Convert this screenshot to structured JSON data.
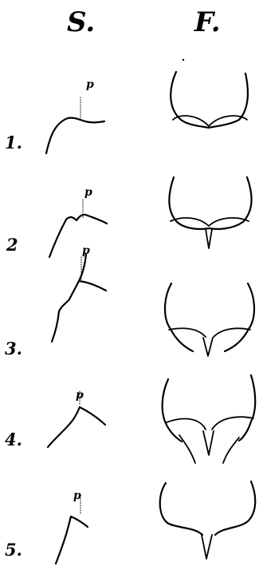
{
  "headers": {
    "side": "S.",
    "front": "F."
  },
  "rows": [
    {
      "label": "1."
    },
    {
      "label": "2"
    },
    {
      "label": "3."
    },
    {
      "label": "4."
    },
    {
      "label": "5."
    }
  ],
  "figure_label": "p",
  "colors": {
    "ink": "#000000",
    "paper": "#ffffff"
  }
}
